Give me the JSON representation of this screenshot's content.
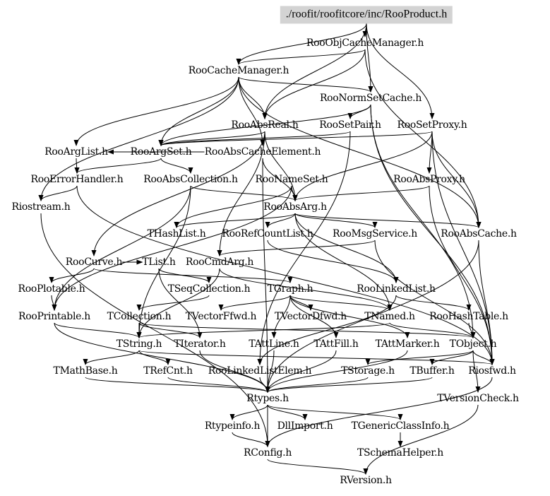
{
  "graph": {
    "title": "./roofit/roofitcore/inc/RooProduct.h",
    "root_fill": "#d3d3d3",
    "edge_color": "#000000",
    "nodes": [
      {
        "id": "root",
        "label": "./roofit/roofitcore/inc/RooProduct.h"
      },
      {
        "id": "RooObjCacheManager",
        "label": "RooObjCacheManager.h"
      },
      {
        "id": "RooCacheManager",
        "label": "RooCacheManager.h"
      },
      {
        "id": "RooNormSetCache",
        "label": "RooNormSetCache.h"
      },
      {
        "id": "RooAbsReal",
        "label": "RooAbsReal.h"
      },
      {
        "id": "RooSetPair",
        "label": "RooSetPair.h"
      },
      {
        "id": "RooSetProxy",
        "label": "RooSetProxy.h"
      },
      {
        "id": "RooArgList",
        "label": "RooArgList.h"
      },
      {
        "id": "RooArgSet",
        "label": "RooArgSet.h"
      },
      {
        "id": "RooAbsCacheElement",
        "label": "RooAbsCacheElement.h"
      },
      {
        "id": "RooErrorHandler",
        "label": "RooErrorHandler.h"
      },
      {
        "id": "RooAbsCollection",
        "label": "RooAbsCollection.h"
      },
      {
        "id": "RooNameSet",
        "label": "RooNameSet.h"
      },
      {
        "id": "RooAbsProxy",
        "label": "RooAbsProxy.h"
      },
      {
        "id": "Riostream",
        "label": "Riostream.h"
      },
      {
        "id": "RooAbsArg",
        "label": "RooAbsArg.h"
      },
      {
        "id": "THashList",
        "label": "THashList.h"
      },
      {
        "id": "RooRefCountList",
        "label": "RooRefCountList.h"
      },
      {
        "id": "RooMsgService",
        "label": "RooMsgService.h"
      },
      {
        "id": "RooAbsCache",
        "label": "RooAbsCache.h"
      },
      {
        "id": "RooCurve",
        "label": "RooCurve.h"
      },
      {
        "id": "TList",
        "label": "TList.h"
      },
      {
        "id": "RooCmdArg",
        "label": "RooCmdArg.h"
      },
      {
        "id": "RooPlotable",
        "label": "RooPlotable.h"
      },
      {
        "id": "TSeqCollection",
        "label": "TSeqCollection.h"
      },
      {
        "id": "TGraph",
        "label": "TGraph.h"
      },
      {
        "id": "RooLinkedList",
        "label": "RooLinkedList.h"
      },
      {
        "id": "RooPrintable",
        "label": "RooPrintable.h"
      },
      {
        "id": "TCollection",
        "label": "TCollection.h"
      },
      {
        "id": "TVectorFfwd",
        "label": "TVectorFfwd.h"
      },
      {
        "id": "TVectorDfwd",
        "label": "TVectorDfwd.h"
      },
      {
        "id": "TNamed",
        "label": "TNamed.h"
      },
      {
        "id": "RooHashTable",
        "label": "RooHashTable.h"
      },
      {
        "id": "TString",
        "label": "TString.h"
      },
      {
        "id": "TIterator",
        "label": "TIterator.h"
      },
      {
        "id": "TAttLine",
        "label": "TAttLine.h"
      },
      {
        "id": "TAttFill",
        "label": "TAttFill.h"
      },
      {
        "id": "TAttMarker",
        "label": "TAttMarker.h"
      },
      {
        "id": "TObject",
        "label": "TObject.h"
      },
      {
        "id": "TMathBase",
        "label": "TMathBase.h"
      },
      {
        "id": "TRefCnt",
        "label": "TRefCnt.h"
      },
      {
        "id": "RooLinkedListElem",
        "label": "RooLinkedListElem.h"
      },
      {
        "id": "TStorage",
        "label": "TStorage.h"
      },
      {
        "id": "TBuffer",
        "label": "TBuffer.h"
      },
      {
        "id": "Riosfwd",
        "label": "Riosfwd.h"
      },
      {
        "id": "Rtypes",
        "label": "Rtypes.h"
      },
      {
        "id": "TVersionCheck",
        "label": "TVersionCheck.h"
      },
      {
        "id": "Rtypeinfo",
        "label": "Rtypeinfo.h"
      },
      {
        "id": "DllImport",
        "label": "DllImport.h"
      },
      {
        "id": "TGenericClassInfo",
        "label": "TGenericClassInfo.h"
      },
      {
        "id": "RConfig",
        "label": "RConfig.h"
      },
      {
        "id": "TSchemaHelper",
        "label": "TSchemaHelper.h"
      },
      {
        "id": "RVersion",
        "label": "RVersion.h"
      }
    ],
    "edges": [
      [
        "root",
        "RooObjCacheManager"
      ],
      [
        "root",
        "RooCacheManager"
      ],
      [
        "root",
        "RooSetProxy"
      ],
      [
        "root",
        "RooNormSetCache"
      ],
      [
        "root",
        "RooAbsReal"
      ],
      [
        "RooObjCacheManager",
        "RooCacheManager"
      ],
      [
        "RooObjCacheManager",
        "RooAbsCache"
      ],
      [
        "RooObjCacheManager",
        "RooAbsReal"
      ],
      [
        "RooCacheManager",
        "RooNormSetCache"
      ],
      [
        "RooCacheManager",
        "RooArgList"
      ],
      [
        "RooCacheManager",
        "RooArgSet"
      ],
      [
        "RooCacheManager",
        "RooAbsReal"
      ],
      [
        "RooCacheManager",
        "RooAbsCacheElement"
      ],
      [
        "RooCacheManager",
        "Riostream"
      ],
      [
        "RooCacheManager",
        "RooAbsCache"
      ],
      [
        "RooNormSetCache",
        "RooSetPair"
      ],
      [
        "RooNormSetCache",
        "RooArgSet"
      ],
      [
        "RooNormSetCache",
        "TObject"
      ],
      [
        "RooNormSetCache",
        "Riosfwd"
      ],
      [
        "RooAbsReal",
        "RooArgSet"
      ],
      [
        "RooAbsReal",
        "RooAbsArg"
      ],
      [
        "RooAbsReal",
        "RooCurve"
      ],
      [
        "RooAbsReal",
        "RooCmdArg"
      ],
      [
        "RooSetPair",
        "RooArgSet"
      ],
      [
        "RooSetPair",
        "RooLinkedListElem"
      ],
      [
        "RooSetProxy",
        "RooAbsProxy"
      ],
      [
        "RooSetProxy",
        "RooAbsArg"
      ],
      [
        "RooSetProxy",
        "RooArgSet"
      ],
      [
        "RooSetProxy",
        "RooAbsCache"
      ],
      [
        "RooSetProxy",
        "Riosfwd"
      ],
      [
        "RooArgList",
        "RooErrorHandler"
      ],
      [
        "RooArgSet",
        "RooAbsCollection"
      ],
      [
        "RooArgSet",
        "RooErrorHandler"
      ],
      [
        "RooAbsCacheElement",
        "RooAbsArg"
      ],
      [
        "RooAbsCacheElement",
        "RooArgList"
      ],
      [
        "RooAbsCacheElement",
        "Rtypes"
      ],
      [
        "RooErrorHandler",
        "Riostream"
      ],
      [
        "RooErrorHandler",
        "Riosfwd"
      ],
      [
        "RooAbsCollection",
        "RooAbsArg"
      ],
      [
        "RooAbsCollection",
        "RooPrintable"
      ],
      [
        "RooAbsCollection",
        "TString"
      ],
      [
        "RooNameSet",
        "RooAbsArg"
      ],
      [
        "RooNameSet",
        "THashList"
      ],
      [
        "RooNameSet",
        "RooPrintable"
      ],
      [
        "RooAbsProxy",
        "RooAbsArg"
      ],
      [
        "RooAbsProxy",
        "Riosfwd"
      ],
      [
        "RooAbsArg",
        "THashList"
      ],
      [
        "RooAbsArg",
        "RooRefCountList"
      ],
      [
        "RooAbsArg",
        "RooAbsCache"
      ],
      [
        "RooAbsArg",
        "RooLinkedList"
      ],
      [
        "RooAbsArg",
        "TNamed"
      ],
      [
        "RooAbsArg",
        "RooMsgService"
      ],
      [
        "RooMsgService",
        "RooCmdArg"
      ],
      [
        "RooMsgService",
        "Riosfwd"
      ],
      [
        "RooAbsCache",
        "Rtypes"
      ],
      [
        "RooAbsCache",
        "Riosfwd"
      ],
      [
        "RooRefCountList",
        "RooLinkedList"
      ],
      [
        "RooCurve",
        "RooPlotable"
      ],
      [
        "RooCurve",
        "TGraph"
      ],
      [
        "RooCurve",
        "TList"
      ],
      [
        "TList",
        "TSeqCollection"
      ],
      [
        "TList",
        "TIterator"
      ],
      [
        "RooCmdArg",
        "TNamed"
      ],
      [
        "RooCmdArg",
        "TString"
      ],
      [
        "RooPlotable",
        "RooPrintable"
      ],
      [
        "TSeqCollection",
        "TCollection"
      ],
      [
        "TGraph",
        "TVectorFfwd"
      ],
      [
        "TGraph",
        "TVectorDfwd"
      ],
      [
        "TGraph",
        "TNamed"
      ],
      [
        "TGraph",
        "TAttLine"
      ],
      [
        "TGraph",
        "TAttFill"
      ],
      [
        "TGraph",
        "TAttMarker"
      ],
      [
        "RooLinkedList",
        "RooHashTable"
      ],
      [
        "RooLinkedList",
        "RooLinkedListElem"
      ],
      [
        "RooPrintable",
        "TString"
      ],
      [
        "RooPrintable",
        "Rtypes"
      ],
      [
        "TCollection",
        "TString"
      ],
      [
        "TCollection",
        "TIterator"
      ],
      [
        "TCollection",
        "TObject"
      ],
      [
        "TNamed",
        "TString"
      ],
      [
        "TNamed",
        "TObject"
      ],
      [
        "RooHashTable",
        "TObject"
      ],
      [
        "TString",
        "TMathBase"
      ],
      [
        "TString",
        "TRefCnt"
      ],
      [
        "TString",
        "Riosfwd"
      ],
      [
        "TIterator",
        "Rtypes"
      ],
      [
        "TAttLine",
        "Rtypes"
      ],
      [
        "TAttFill",
        "Rtypes"
      ],
      [
        "TAttMarker",
        "Rtypes"
      ],
      [
        "TObject",
        "TStorage"
      ],
      [
        "TObject",
        "TBuffer"
      ],
      [
        "TObject",
        "Riosfwd"
      ],
      [
        "TObject",
        "TVersionCheck"
      ],
      [
        "TMathBase",
        "Rtypes"
      ],
      [
        "TRefCnt",
        "Rtypes"
      ],
      [
        "RooLinkedListElem",
        "Rtypes"
      ],
      [
        "TStorage",
        "Rtypes"
      ],
      [
        "TBuffer",
        "Rtypes"
      ],
      [
        "Riosfwd",
        "RConfig"
      ],
      [
        "Rtypes",
        "Rtypeinfo"
      ],
      [
        "Rtypes",
        "DllImport"
      ],
      [
        "Rtypes",
        "TGenericClassInfo"
      ],
      [
        "Rtypes",
        "RConfig"
      ],
      [
        "Rtypeinfo",
        "RConfig"
      ],
      [
        "TGenericClassInfo",
        "TSchemaHelper"
      ],
      [
        "TVersionCheck",
        "RVersion"
      ],
      [
        "RConfig",
        "RVersion"
      ],
      [
        "Riostream",
        "RConfig"
      ]
    ]
  }
}
